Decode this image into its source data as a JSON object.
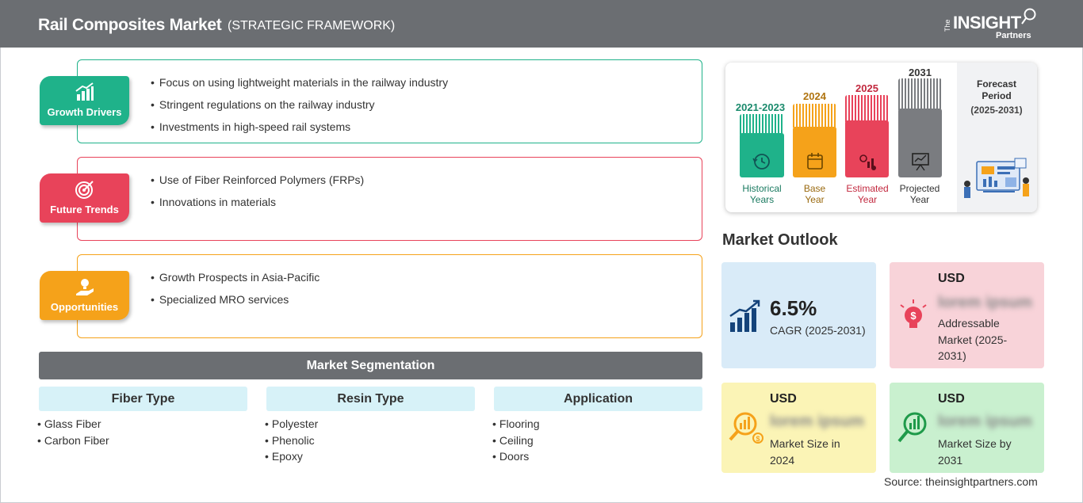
{
  "header": {
    "title": "Rail Composites Market",
    "subtitle": "(STRATEGIC FRAMEWORK)",
    "logo_the": "The",
    "logo_main": "INSIGHT",
    "logo_sub": "Partners"
  },
  "framework": {
    "growth_drivers": {
      "label": "Growth Drivers",
      "color": "#1fb28a",
      "items": [
        "Focus on using lightweight materials in the railway industry",
        "Stringent regulations on the railway industry",
        "Investments in high-speed rail systems"
      ]
    },
    "future_trends": {
      "label": "Future Trends",
      "color": "#e8435a",
      "items": [
        "Use of Fiber Reinforced Polymers (FRPs)",
        "Innovations in materials"
      ]
    },
    "opportunities": {
      "label": "Opportunities",
      "color": "#f5a21a",
      "items": [
        "Growth Prospects in Asia-Pacific",
        "Specialized MRO services"
      ]
    }
  },
  "segmentation": {
    "title": "Market Segmentation",
    "columns": [
      {
        "header": "Fiber Type",
        "items": [
          "Glass Fiber",
          "Carbon Fiber"
        ]
      },
      {
        "header": "Resin Type",
        "items": [
          "Polyester",
          "Phenolic",
          "Epoxy"
        ]
      },
      {
        "header": "Application",
        "items": [
          "Flooring",
          "Ceiling",
          "Doors"
        ]
      }
    ]
  },
  "timeline": {
    "bars": [
      {
        "year": "2021-2023",
        "label_line1": "Historical",
        "label_line2": "Years",
        "color": "#1fb28a",
        "icon": "history-icon"
      },
      {
        "year": "2024",
        "label_line1": "Base",
        "label_line2": "Year",
        "color": "#f5a21a",
        "icon": "calendar-icon"
      },
      {
        "year": "2025",
        "label_line1": "Estimated",
        "label_line2": "Year",
        "color": "#e8435a",
        "icon": "gear-chart-icon"
      },
      {
        "year": "2031",
        "label_line1": "Projected",
        "label_line2": "Year",
        "color": "#7a7c80",
        "icon": "presentation-icon"
      }
    ],
    "forecast_label": "Forecast Period",
    "forecast_period": "(2025-2031)"
  },
  "outlook": {
    "title": "Market Outlook",
    "cagr_value": "6.5%",
    "cagr_label": "CAGR (2025-2031)",
    "addressable": {
      "usd": "USD",
      "value": "lorem ipsum",
      "desc": "Addressable Market (2025-2031)"
    },
    "size_2024": {
      "usd": "USD",
      "value": "lorem ipsum",
      "desc": "Market Size in 2024"
    },
    "size_2031": {
      "usd": "USD",
      "value": "lorem ipsum",
      "desc": "Market Size by 2031"
    }
  },
  "source": "Source: theinsightpartners.com"
}
